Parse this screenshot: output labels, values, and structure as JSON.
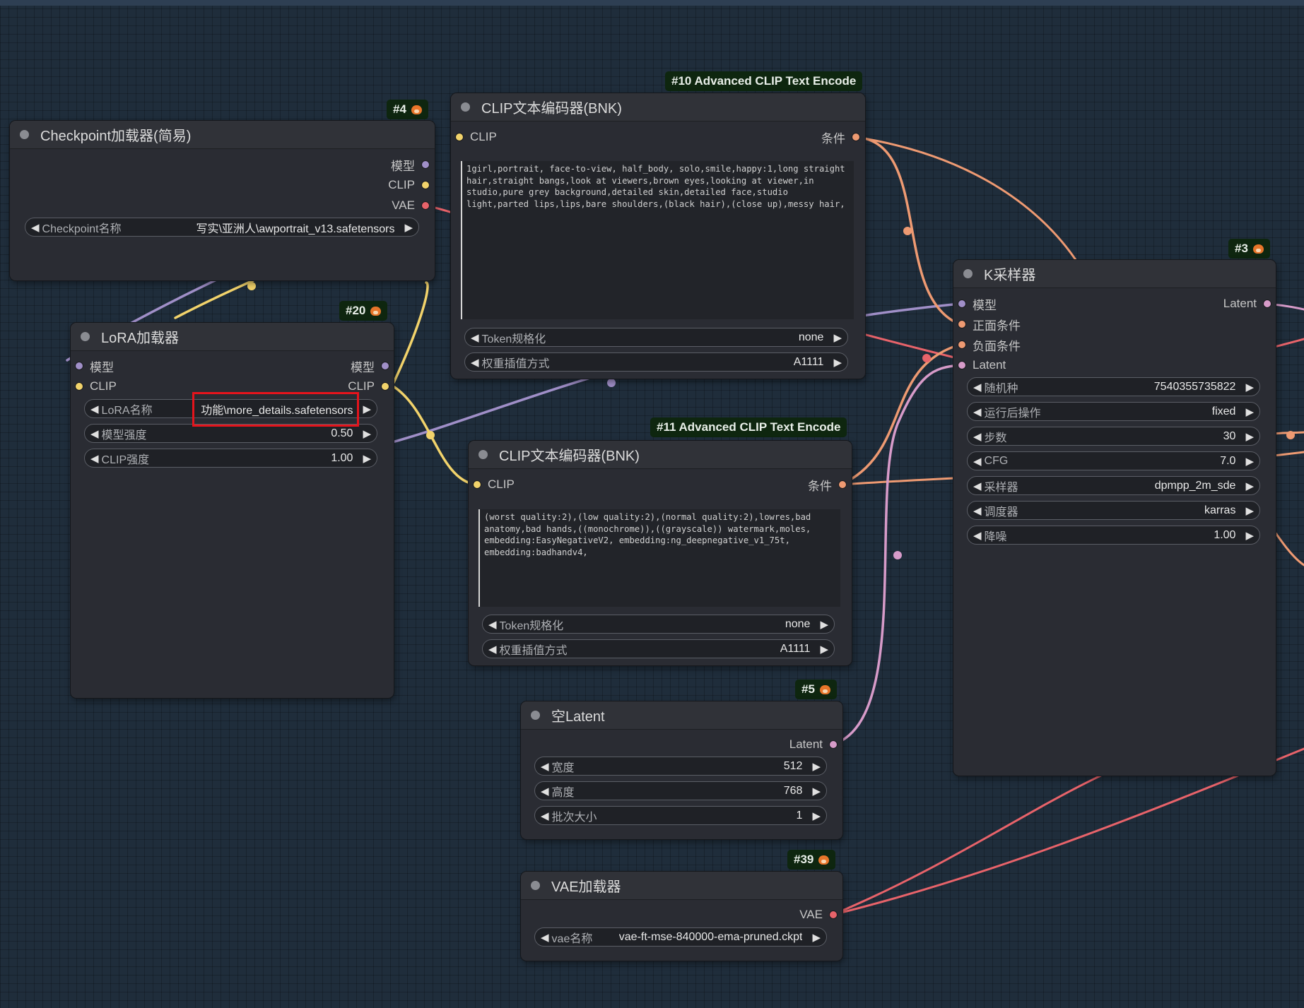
{
  "colors": {
    "model": "#a08fc8",
    "clip": "#f2d36b",
    "vae": "#e8636a",
    "conditioning": "#ee9a72",
    "latent": "#d79bc9",
    "badge_bg": "#0e260f",
    "highlight": "#e5141c"
  },
  "icons": {
    "badge": "fox-icon",
    "arrow_left": "◀",
    "arrow_right": "▶"
  },
  "nodes": {
    "checkpoint": {
      "badge": "#4",
      "title": "Checkpoint加载器(简易)",
      "outputs": [
        "模型",
        "CLIP",
        "VAE"
      ],
      "widgets": [
        {
          "label": "Checkpoint名称",
          "value": "写实\\亚洲人\\awportrait_v13.safetensors"
        }
      ]
    },
    "lora": {
      "badge": "#20",
      "title": "LoRA加载器",
      "inputs": [
        "模型",
        "CLIP"
      ],
      "outputs": [
        "模型",
        "CLIP"
      ],
      "widgets": [
        {
          "label": "LoRA名称",
          "value": "功能\\more_details.safetensors"
        },
        {
          "label": "模型强度",
          "value": "0.50"
        },
        {
          "label": "CLIP强度",
          "value": "1.00"
        }
      ]
    },
    "clip10": {
      "badge": "#10 Advanced CLIP Text Encode",
      "title": "CLIP文本编码器(BNK)",
      "inputs": [
        "CLIP"
      ],
      "outputs": [
        "条件"
      ],
      "text": "1girl,portrait, face-to-view, half_body, solo,smile,happy:1,long straight hair,straight bangs,look at viewers,brown eyes,looking at viewer,in studio,pure grey background,detailed skin,detailed face,studio light,parted lips,lips,bare shoulders,(black hair),(close up),messy hair,",
      "widgets": [
        {
          "label": "Token规格化",
          "value": "none"
        },
        {
          "label": "权重插值方式",
          "value": "A1111"
        }
      ]
    },
    "clip11": {
      "badge": "#11 Advanced CLIP Text Encode",
      "title": "CLIP文本编码器(BNK)",
      "inputs": [
        "CLIP"
      ],
      "outputs": [
        "条件"
      ],
      "text": "(worst quality:2),(low quality:2),(normal quality:2),lowres,bad anatomy,bad hands,((monochrome)),((grayscale)) watermark,moles, embedding:EasyNegativeV2, embedding:ng_deepnegative_v1_75t, embedding:badhandv4,",
      "widgets": [
        {
          "label": "Token规格化",
          "value": "none"
        },
        {
          "label": "权重插值方式",
          "value": "A1111"
        }
      ]
    },
    "ksampler": {
      "badge": "#3",
      "title": "K采样器",
      "inputs": [
        "模型",
        "正面条件",
        "负面条件",
        "Latent"
      ],
      "outputs": [
        "Latent"
      ],
      "widgets": [
        {
          "label": "随机种",
          "value": "7540355735822"
        },
        {
          "label": "运行后操作",
          "value": "fixed"
        },
        {
          "label": "步数",
          "value": "30"
        },
        {
          "label": "CFG",
          "value": "7.0"
        },
        {
          "label": "采样器",
          "value": "dpmpp_2m_sde"
        },
        {
          "label": "调度器",
          "value": "karras"
        },
        {
          "label": "降噪",
          "value": "1.00"
        }
      ]
    },
    "latent": {
      "badge": "#5",
      "title": "空Latent",
      "outputs": [
        "Latent"
      ],
      "widgets": [
        {
          "label": "宽度",
          "value": "512"
        },
        {
          "label": "高度",
          "value": "768"
        },
        {
          "label": "批次大小",
          "value": "1"
        }
      ]
    },
    "vae": {
      "badge": "#39",
      "title": "VAE加载器",
      "outputs": [
        "VAE"
      ],
      "widgets": [
        {
          "label": "vae名称",
          "value": "vae-ft-mse-840000-ema-pruned.ckpt"
        }
      ]
    }
  }
}
